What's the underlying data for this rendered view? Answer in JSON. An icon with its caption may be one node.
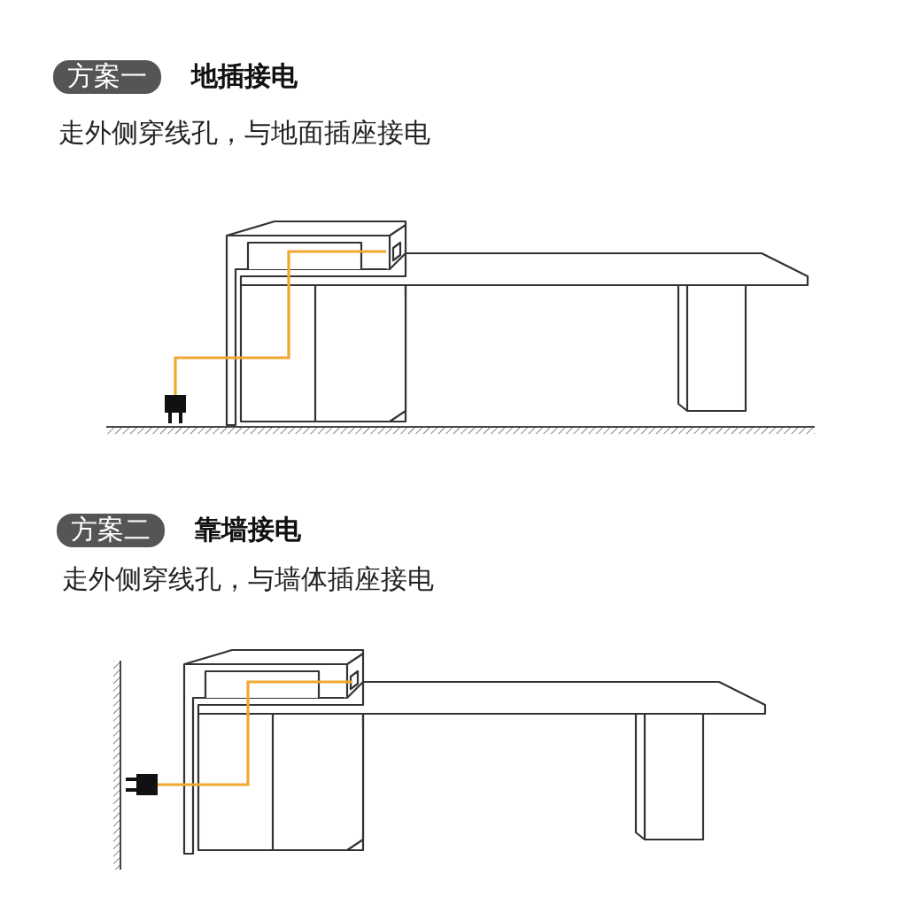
{
  "diagram": {
    "nodes": [
      {
        "text": [
          "方案一"
        ]
      },
      {
        "text": [
          "方案二"
        ]
      }
    ],
    "labels": [
      "地插接电",
      "走外侧穿线孔，与地面插座接电",
      "靠墙接电",
      "走外侧穿线孔，与墙体插座接电"
    ]
  }
}
